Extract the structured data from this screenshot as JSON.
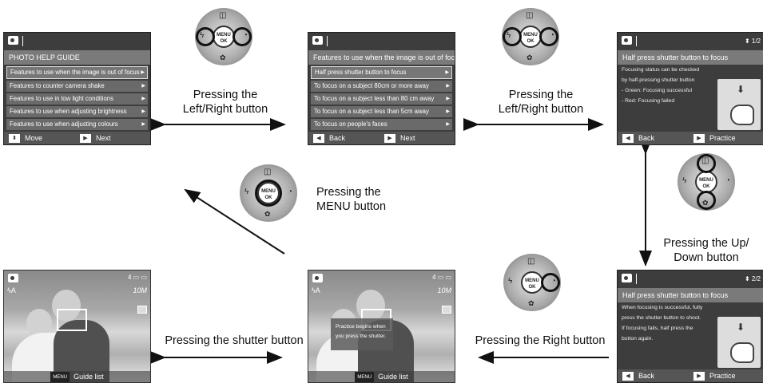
{
  "screen1": {
    "title": "PHOTO HELP GUIDE",
    "items": [
      "Features to use when the image is out of focus",
      "Features to counter camera shake",
      "Features to use in low light conditions",
      "Features to use when adjusting brightness",
      "Features to use when adjusting colours"
    ],
    "left_label": "Move",
    "right_label": "Next"
  },
  "screen2": {
    "title": "Features to use when the image is out of focus",
    "items": [
      "Half press shutter button to focus",
      "To focus on a subject 80cm or more away",
      "To focus on a subject less than 80 cm away",
      "To focus on a subject less than 5cm away",
      "To focus on people's faces"
    ],
    "left_label": "Back",
    "right_label": "Next"
  },
  "screen3": {
    "page": "1/2",
    "title": "Half press shutter button to focus",
    "lines": [
      "Focusing status can be checked",
      "by half-pressing shutter button",
      "- Green: Focusing successful",
      "- Red: Focusing failed"
    ],
    "left_label": "Back",
    "right_label": "Practice"
  },
  "screen4": {
    "page": "2/2",
    "title": "Half press shutter button to focus",
    "lines": [
      "When focusing is successful, fully",
      "press the shutter button to shoot.",
      "If focusing fails, half press the",
      "button again."
    ],
    "left_label": "Back",
    "right_label": "Practice"
  },
  "photo_left": {
    "status": "4",
    "size": "10M",
    "guide_tag": "MENU",
    "guide_label": "Guide list"
  },
  "photo_middle": {
    "status": "4",
    "size": "10M",
    "note": "Practice begins when you press the shutter.",
    "guide_tag": "MENU",
    "guide_label": "Guide list"
  },
  "dial": {
    "center_line1": "MENU",
    "center_line2": "OK"
  },
  "labels": {
    "lr1_line1": "Pressing the",
    "lr1_line2": "Left/Right  button",
    "lr2_line1": "Pressing the",
    "lr2_line2": "Left/Right  button",
    "menu_line1": "Pressing the",
    "menu_line2": "MENU button",
    "updown_line1": "Pressing the Up/",
    "updown_line2": "Down  button",
    "shutter": "Pressing the shutter button",
    "right": "Pressing the Right button"
  }
}
